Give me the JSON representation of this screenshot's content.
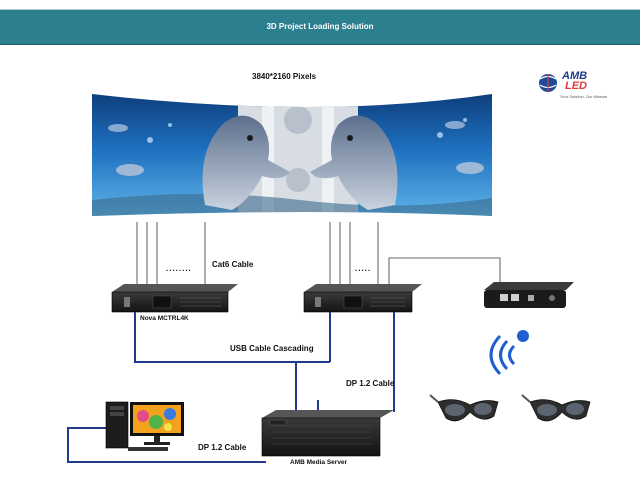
{
  "header": {
    "title": "3D Project Loading Solution"
  },
  "screen": {
    "resolution_label": "3840*2160 Pixels"
  },
  "logo": {
    "line1": "AMB",
    "line2": "LED",
    "tagline": "Your Solution, Our Mission"
  },
  "cables": {
    "cat6_label": "Cat6 Cable",
    "usb_label": "USB Cable Cascading",
    "dp_label_top": "DP 1.2 Cable",
    "dp_label_bottom": "DP 1.2 Cable",
    "ellipsis_left": "........",
    "ellipsis_right": "....."
  },
  "devices": {
    "controller_label": "Nova MCTRL4K",
    "server_label": "AMB Media Server"
  },
  "colors": {
    "header": "#2c7f8f",
    "usb_line": "#1f3a8a",
    "cable_gray": "#9a9a9a",
    "sky": "#1c5fa8"
  }
}
